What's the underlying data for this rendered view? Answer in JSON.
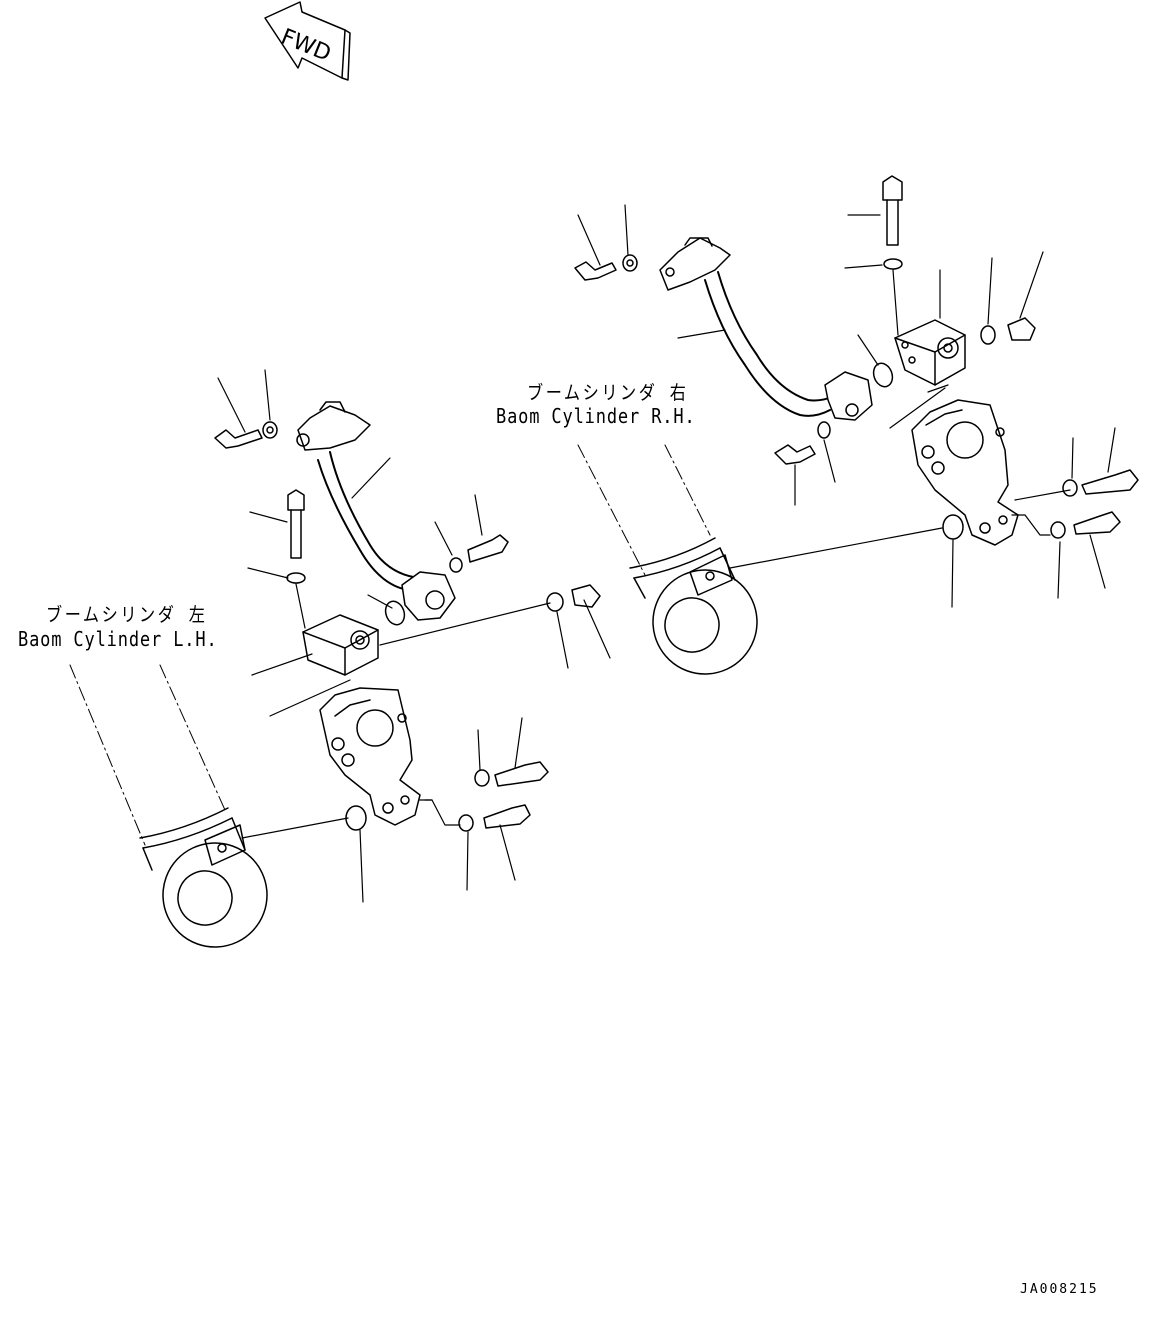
{
  "fwd_arrow": {
    "text": "FWD"
  },
  "cylinders": {
    "left": {
      "name_jp": "ブームシリンダ 左",
      "name_en": "Baom Cylinder L.H."
    },
    "right": {
      "name_jp": "ブームシリンダ 右",
      "name_en": "Baom Cylinder R.H."
    }
  },
  "drawing_code": "JA008215"
}
